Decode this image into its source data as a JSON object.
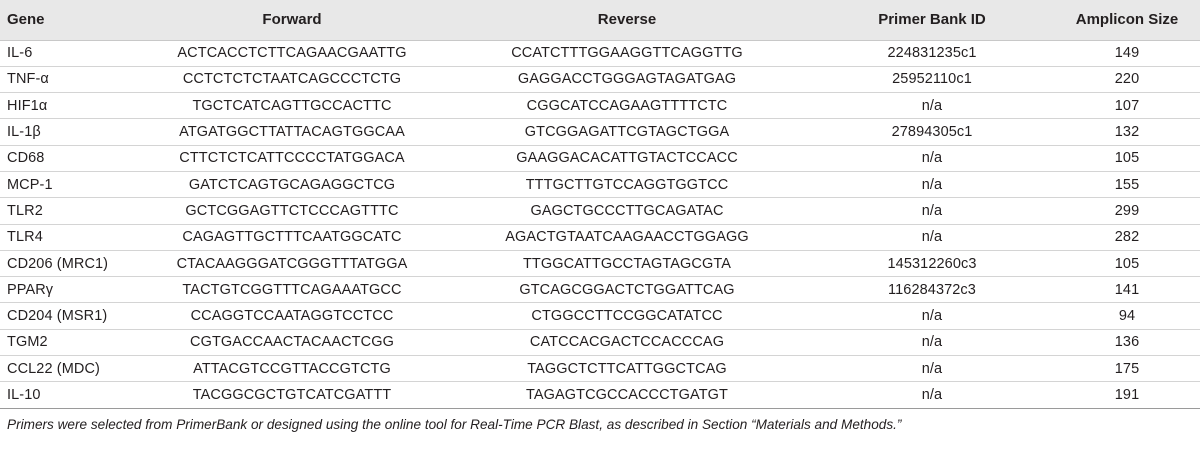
{
  "table": {
    "headers": {
      "gene": "Gene",
      "forward": "Forward",
      "reverse": "Reverse",
      "primer_bank_id": "Primer Bank ID",
      "amplicon_size": "Amplicon Size"
    },
    "rows": [
      {
        "gene": "IL-6",
        "forward": "ACTCACCTCTTCAGAACGAATTG",
        "reverse": "CCATCTTTGGAAGGTTCAGGTTG",
        "primer_bank_id": "224831235c1",
        "amplicon_size": "149"
      },
      {
        "gene": "TNF-α",
        "forward": "CCTCTCTCTAATCAGCCCTCTG",
        "reverse": "GAGGACCTGGGAGTAGATGAG",
        "primer_bank_id": "25952110c1",
        "amplicon_size": "220"
      },
      {
        "gene": "HIF1α",
        "forward": "TGCTCATCAGTTGCCACTTC",
        "reverse": "CGGCATCCAGAAGTTTTCTC",
        "primer_bank_id": "n/a",
        "amplicon_size": "107"
      },
      {
        "gene": "IL-1β",
        "forward": "ATGATGGCTTATTACAGTGGCAA",
        "reverse": "GTCGGAGATTCGTAGCTGGA",
        "primer_bank_id": "27894305c1",
        "amplicon_size": "132"
      },
      {
        "gene": "CD68",
        "forward": "CTTCTCTCATTCCCCTATGGACA",
        "reverse": "GAAGGACACATTGTACTCCACC",
        "primer_bank_id": "n/a",
        "amplicon_size": "105"
      },
      {
        "gene": "MCP-1",
        "forward": "GATCTCAGTGCAGAGGCTCG",
        "reverse": "TTTGCTTGTCCAGGTGGTCC",
        "primer_bank_id": "n/a",
        "amplicon_size": "155"
      },
      {
        "gene": "TLR2",
        "forward": "GCTCGGAGTTCTCCCAGTTTC",
        "reverse": "GAGCTGCCCTTGCAGATAC",
        "primer_bank_id": "n/a",
        "amplicon_size": "299"
      },
      {
        "gene": "TLR4",
        "forward": "CAGAGTTGCTTTCAATGGCATC",
        "reverse": "AGACTGTAATCAAGAACCTGGAGG",
        "primer_bank_id": "n/a",
        "amplicon_size": "282"
      },
      {
        "gene": "CD206 (MRC1)",
        "forward": "CTACAAGGGATCGGGTTTATGGA",
        "reverse": "TTGGCATTGCCTAGTAGCGTA",
        "primer_bank_id": "145312260c3",
        "amplicon_size": "105"
      },
      {
        "gene": "PPARγ",
        "forward": "TACTGTCGGTTTCAGAAATGCC",
        "reverse": "GTCAGCGGACTCTGGATTCAG",
        "primer_bank_id": "116284372c3",
        "amplicon_size": "141"
      },
      {
        "gene": "CD204 (MSR1)",
        "forward": "CCAGGTCCAATAGGTCCTCC",
        "reverse": "CTGGCCTTCCGGCATATCC",
        "primer_bank_id": "n/a",
        "amplicon_size": "94"
      },
      {
        "gene": "TGM2",
        "forward": "CGTGACCAACTACAACTCGG",
        "reverse": "CATCCACGACTCCACCCAG",
        "primer_bank_id": "n/a",
        "amplicon_size": "136"
      },
      {
        "gene": "CCL22 (MDC)",
        "forward": "ATTACGTCCGTTACCGTCTG",
        "reverse": "TAGGCTCTTCATTGGCTCAG",
        "primer_bank_id": "n/a",
        "amplicon_size": "175"
      },
      {
        "gene": "IL-10",
        "forward": "TACGGCGCTGTCATCGATTT",
        "reverse": "TAGAGTCGCCACCCTGATGT",
        "primer_bank_id": "n/a",
        "amplicon_size": "191"
      }
    ]
  },
  "footnote": "Primers were selected from PrimerBank or designed using the online tool for Real-Time PCR Blast, as described in Section “Materials and Methods.”"
}
